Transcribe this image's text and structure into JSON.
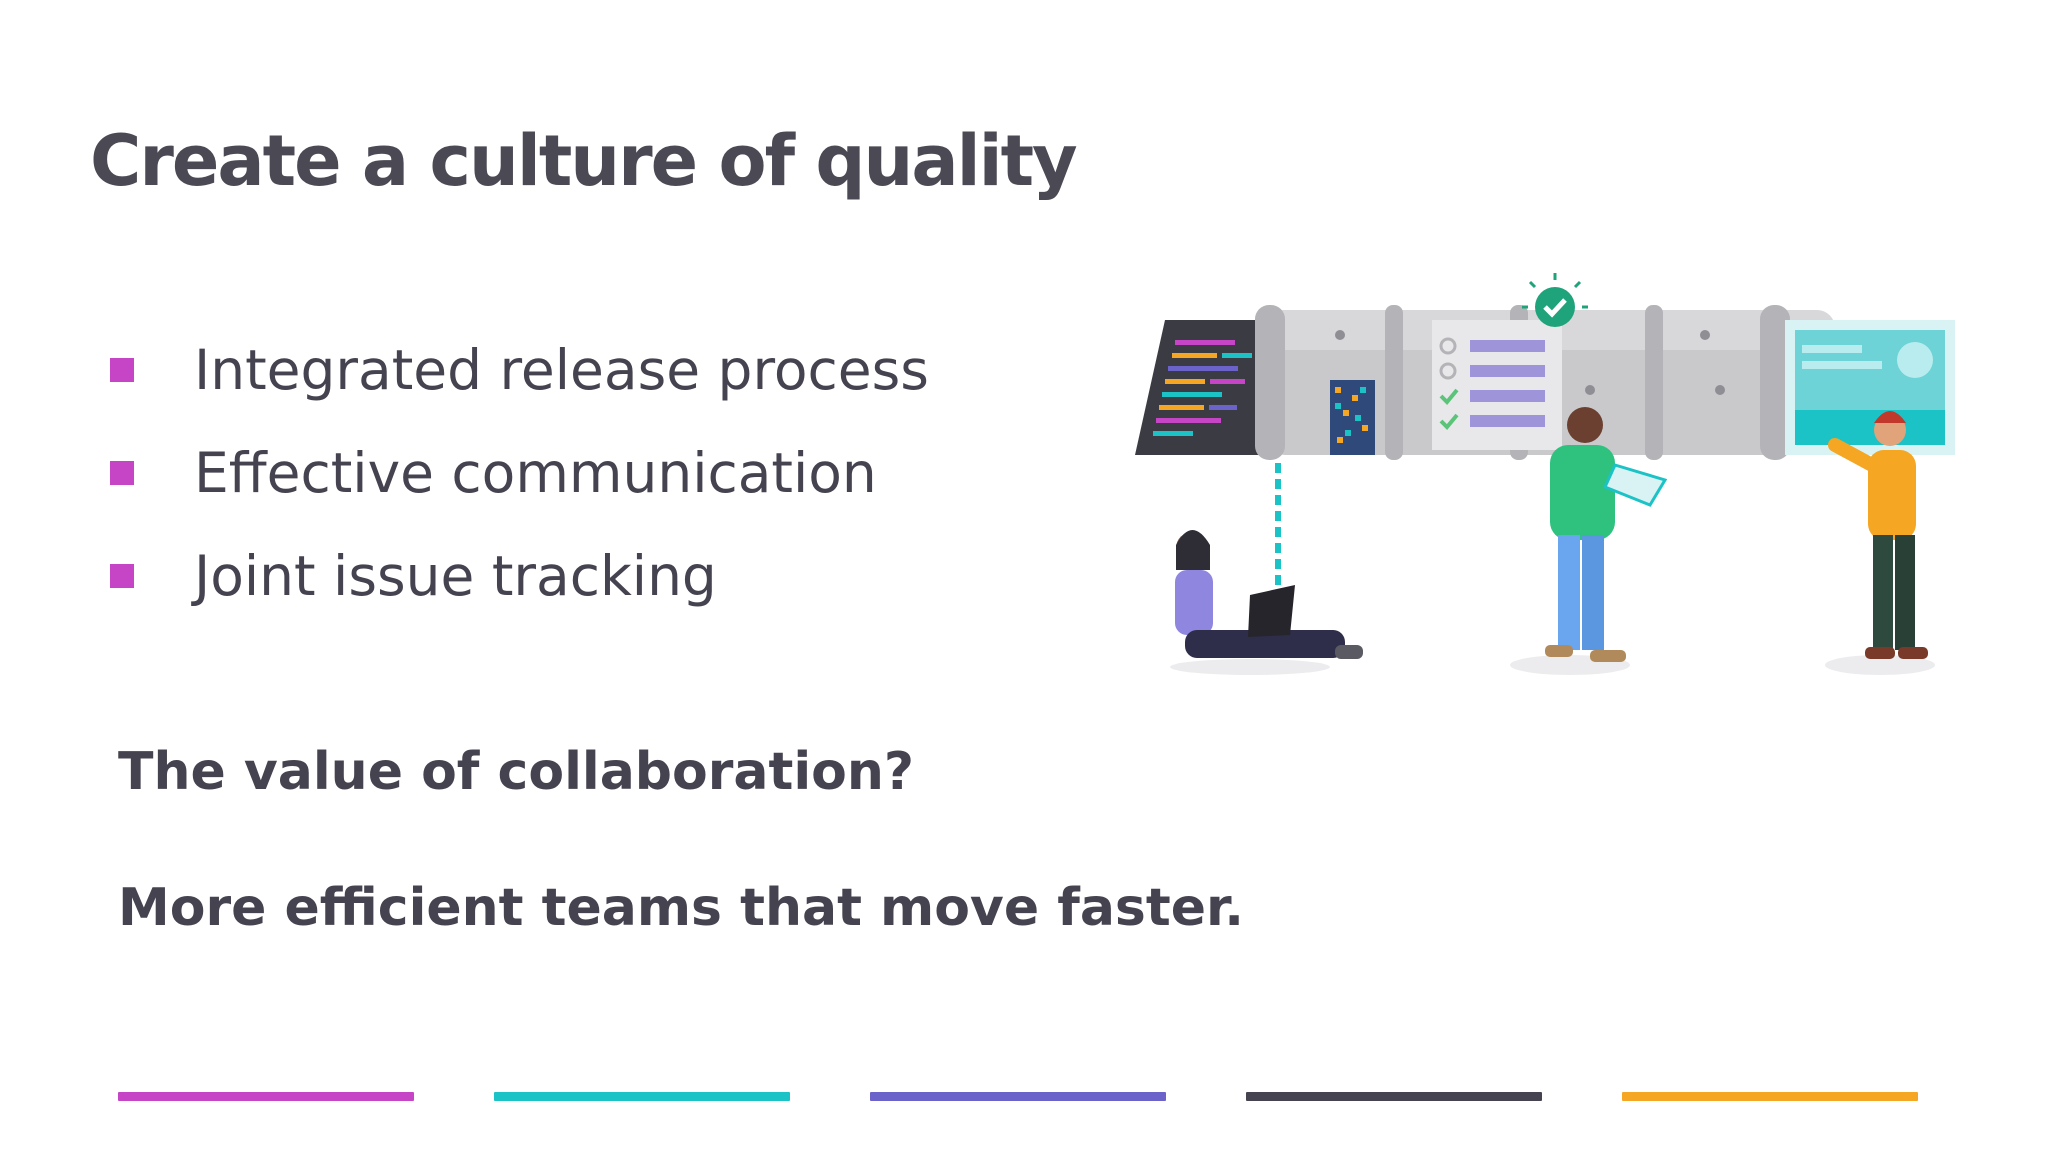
{
  "slide": {
    "title": "Create a culture of quality",
    "bullets": [
      "Integrated release process",
      "Effective communication",
      "Joint issue tracking"
    ],
    "question": "The value of collaboration?",
    "answer": "More efficient teams that move faster."
  },
  "colors": {
    "bullet_marker": "#c645c6",
    "footer_bars": [
      "#c645c6",
      "#1cc3c6",
      "#6b63c9",
      "#45434f",
      "#f5a623"
    ]
  },
  "illustration": {
    "description_icon": "pipeline-team-illustration"
  }
}
